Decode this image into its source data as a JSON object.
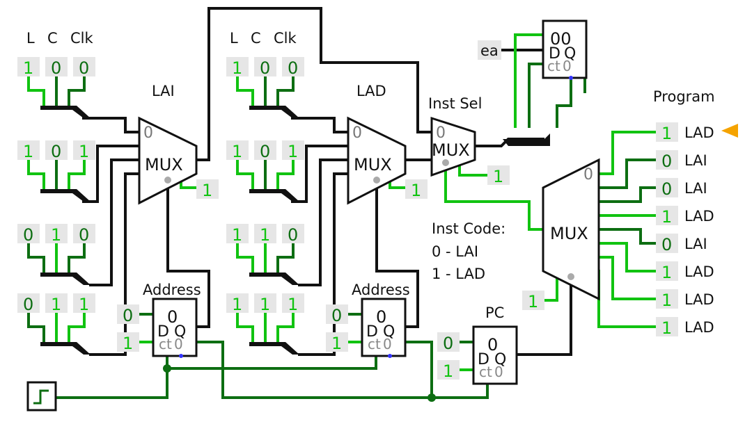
{
  "colors": {
    "wire_on": "#11c311",
    "wire_off": "#0d6e12",
    "bus": "#111111",
    "value_box": "#e6e6e6",
    "marker": "#f5a300"
  },
  "controls_left": {
    "labels": [
      "L",
      "C",
      "Clk"
    ],
    "title": "LAI"
  },
  "controls_right": {
    "labels": [
      "L",
      "C",
      "Clk"
    ],
    "title": "LAD"
  },
  "left_inputs": [
    [
      "1",
      "0",
      "0"
    ],
    [
      "1",
      "0",
      "1"
    ],
    [
      "0",
      "1",
      "0"
    ],
    [
      "0",
      "1",
      "1"
    ]
  ],
  "right_inputs": [
    [
      "1",
      "0",
      "0"
    ],
    [
      "1",
      "0",
      "1"
    ],
    [
      "1",
      "1",
      "0"
    ],
    [
      "1",
      "1",
      "1"
    ]
  ],
  "mux_label": "MUX",
  "mux_sel0": "0",
  "lai_mux_select": "1",
  "lad_mux_select": "1",
  "instsel": {
    "title": "Inst Sel",
    "select": "1"
  },
  "register_top": {
    "value": "00",
    "input_label": "ea"
  },
  "address_left": {
    "title": "Address",
    "value": "0",
    "in0": "0",
    "in1": "1"
  },
  "address_right": {
    "title": "Address",
    "value": "0",
    "in0": "0",
    "in1": "1"
  },
  "pc": {
    "title": "PC",
    "value": "0",
    "in0": "0",
    "in1": "1"
  },
  "register_labels": {
    "d": "D",
    "q": "Q",
    "ct": "ct",
    "zero": "0"
  },
  "program": {
    "title": "Program",
    "mux_select": "1",
    "entries": [
      {
        "bit": "1",
        "label": "LAD"
      },
      {
        "bit": "0",
        "label": "LAI"
      },
      {
        "bit": "0",
        "label": "LAI"
      },
      {
        "bit": "1",
        "label": "LAD"
      },
      {
        "bit": "0",
        "label": "LAI"
      },
      {
        "bit": "1",
        "label": "LAD"
      },
      {
        "bit": "1",
        "label": "LAD"
      },
      {
        "bit": "1",
        "label": "LAD"
      }
    ]
  },
  "inst_code": {
    "title": "Inst Code:",
    "lines": [
      "0 - LAI",
      "1 - LAD"
    ]
  },
  "split_bits": [
    "2",
    "1",
    "0"
  ]
}
